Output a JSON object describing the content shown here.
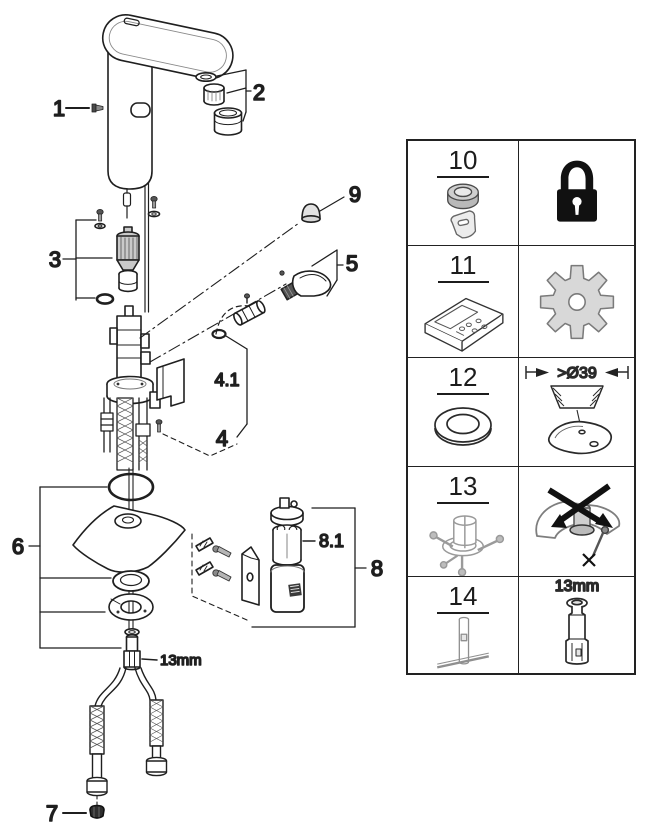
{
  "colors": {
    "background": "#ffffff",
    "line": "#1f1f1f",
    "light_gray_fill": "#d8d8d8",
    "lock_black": "#111111",
    "table_border": "#222222"
  },
  "diagram": {
    "description": "Exploded parts view of an infrared sensor basin faucet with mounting hardware, battery box and supply hoses",
    "callouts": {
      "c1": "1",
      "c2": "2",
      "c3": "3",
      "c4": "4",
      "c4_1": "4.1",
      "c5": "5",
      "c6": "6",
      "c7": "7",
      "c8": "8",
      "c8_1": "8.1",
      "c9": "9",
      "wrench_size": "13mm"
    }
  },
  "parts_table": {
    "rows": [
      {
        "number": "10",
        "left_icon": "cap-plug-with-key-icon",
        "right_icon": "padlock-icon",
        "right_label": ""
      },
      {
        "number": "11",
        "left_icon": "remote-control-icon",
        "right_icon": "gear-icon",
        "right_label": ""
      },
      {
        "number": "12",
        "left_icon": "washer-icon",
        "right_icon": "sink-hole-dimension-icon",
        "right_label": ">Ø39"
      },
      {
        "number": "13",
        "left_icon": "mounting-hardware-icon",
        "right_icon": "crossed-arrows-installation-icon",
        "right_label": ""
      },
      {
        "number": "14",
        "left_icon": "socket-tool-icon",
        "right_icon": "threaded-adapter-icon",
        "right_label": "13mm"
      }
    ]
  }
}
